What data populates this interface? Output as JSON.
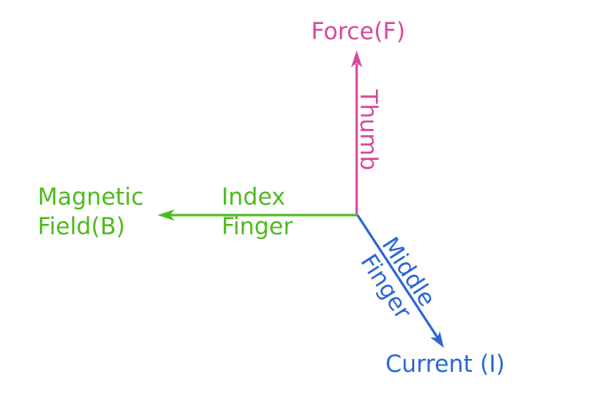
{
  "diagram": {
    "name": "Fleming hand rule axes diagram",
    "background": "#ffffff"
  },
  "colors": {
    "force_pink": "#d44a9c",
    "field_green": "#4fba1e",
    "current_blue": "#2a66d4"
  },
  "labels": {
    "force": "Force(F)",
    "thumb": "Thumb",
    "magnetic_field": {
      "line1": "Magnetic",
      "line2": "Field(B)"
    },
    "index_finger": {
      "line1": "Index",
      "line2": "Finger"
    },
    "middle_finger": {
      "line1": "Middle",
      "line2": "Finger"
    },
    "current": "Current (I)"
  },
  "arrows": {
    "force": {
      "direction": "up",
      "label": "Force(F)",
      "finger": "Thumb"
    },
    "magnetic_field": {
      "direction": "left",
      "label": "Magnetic Field(B)",
      "finger": "Index Finger"
    },
    "current": {
      "direction": "down-right",
      "label": "Current (I)",
      "finger": "Middle Finger"
    }
  }
}
